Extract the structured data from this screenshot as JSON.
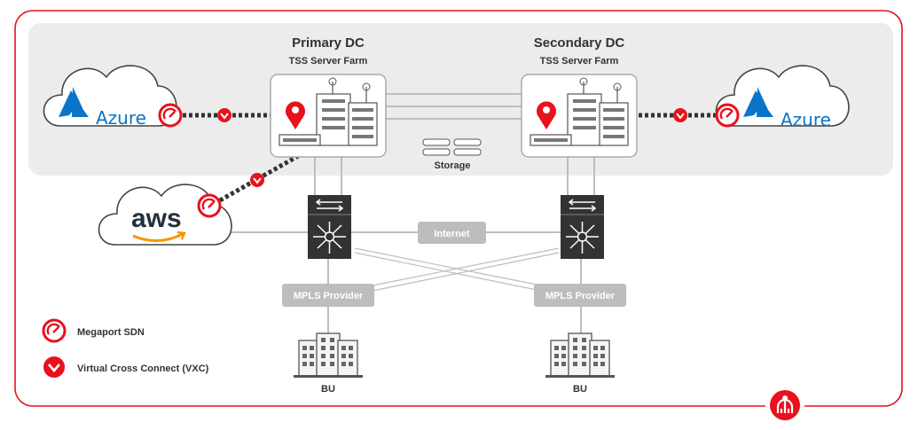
{
  "primary_dc": {
    "title": "Primary DC",
    "subtitle": "TSS Server Farm"
  },
  "secondary_dc": {
    "title": "Secondary DC",
    "subtitle": "TSS Server Farm"
  },
  "storage_label": "Storage",
  "internet_label": "Internet",
  "mpls_left_label": "MPLS Provider",
  "mpls_right_label": "MPLS Provider",
  "azure_left_label": "Azure",
  "azure_right_label": "Azure",
  "aws_label": "aws",
  "bu_left_label": "BU",
  "bu_right_label": "BU",
  "legend": {
    "sdn_label": "Megaport SDN",
    "vxc_label": "Virtual Cross Connect (VXC)"
  },
  "colors": {
    "brand_red": "#e8111c",
    "panel_gray": "#ececec",
    "link_gray": "#bdbdbd",
    "switch_dark": "#333333",
    "azure_blue": "#0a74c8",
    "aws_orange": "#f79400"
  },
  "icons": [
    "azure-logo",
    "aws-logo",
    "megaport-sdn-icon",
    "vxc-icon",
    "server-building-icon",
    "core-switch-icon",
    "storage-icon",
    "office-building-icon",
    "megaport-logo"
  ]
}
